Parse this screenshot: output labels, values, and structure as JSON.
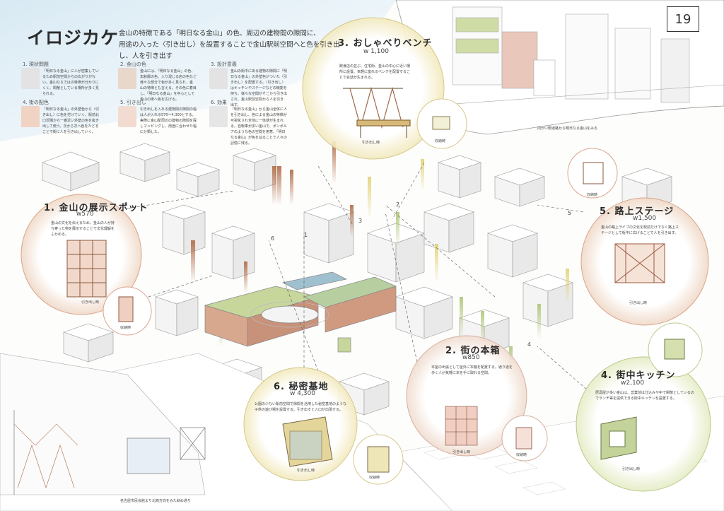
{
  "header": {
    "title": "イロジカケ",
    "lead_line1": "金山の特徴である「明日なる金山」の色、周辺の建物間の隙間に、",
    "lead_line2": "用途の入った〈引き出し〉を設置することで金山駅前空間へと色を引き出し、人を引き出す",
    "page_number": "19"
  },
  "intro_items": [
    {
      "num": "1. 現状問題",
      "text": "「明日なる金山」に人が密集しているため駅前空間からの広がりがない。金山ならではの特徴が分かりにくく、閑散としている場所が多く見られる。"
    },
    {
      "num": "2. 金山の色",
      "text": "金山には、「明日なる金山」の色、年齢層の色、入り混じる店の色など様々な部分で色が多く見られ、金山の特徴とも言える。その色に着目し、「明日なる金山」を中心として金山の街へ色を広げる。"
    },
    {
      "num": "3. 設計意義",
      "text": "金山の街中にある建物の隙間に「明日なる金山」の外壁色がついた〈引き出し〉を配置する。〈引き出し〉はキッチンやステージなどの機能を持ち、様々な空間がそこから引き出され、金山駅前空間から人を引き出す。"
    },
    {
      "num": "4. 街の配色",
      "text": "「明日なる金山」の外壁色から〈引き出し〉に色を付けていく。駅前北口近隣から一番近い外壁の色を抜き出して使う。次から次へ色をたどることで街に人を引き出していく。"
    },
    {
      "num": "5. 引き出し",
      "text": "引き出しを入れる建物間の隙間の幅は人が入れる570〜4,300とする。実際に金山駅周辺の建物の隙間を探しマッピングし、用途に合わせた幅に分類した。"
    },
    {
      "num": "6. 効果",
      "text": "「明日なる金山」から金山全体に人を引き出し、色による金山の特徴が可視化され全体に一体感が生まれる。自転車が多い金山で、ポンポルアのような色の空間を用意、「明日なる金山」が色を辿ることで人々の記憶に残る。"
    }
  ],
  "bubbles": {
    "b1": {
      "title": "1. 金山の展示スポット",
      "width": "w570",
      "desc": "金山の文化を伝えるため、金山の人が持ち寄った物を展示することで文化理解をふかめる。",
      "cap_a": "引き出し時",
      "cap_b": "収納時"
    },
    "b2": {
      "title": "2. 街の本箱",
      "width": "w850",
      "desc": "本屋の出張として屋外に本棚を配置する。通り道を歩く人が気軽に本を手に取れる空間。",
      "cap_a": "引き出し時",
      "cap_b": "収納時"
    },
    "b3": {
      "title": "3. おしゃべりベンチ",
      "width": "w 1,100",
      "desc": "飲食店の並ぶ、住宅街、金山の中心に近い場所に設置。気軽に座れるベンチを配置することで会話が生まれる。",
      "cap_a": "引き出し時",
      "cap_b": "収納時"
    },
    "b4": {
      "title": "4. 街中キッチン",
      "width": "w2,100",
      "desc": "居酒屋が多い金山は、営業前は仕込みや中で閑散としているのでランチ等を提供できる街中キッチンを設置する。",
      "cap_a": "引き出し時"
    },
    "b5": {
      "title": "5. 路上ステージ",
      "width": "w1,500",
      "desc": "金山の路上ライブの文化を駅前だけでなく路上ステージとして街中に広げることで人を引き出す。",
      "cap_a": "引き出し時",
      "cap_b": "収納時"
    },
    "b6": {
      "title": "6. 秘密基地",
      "width": "w 4,300",
      "desc": "公園の少ない駅前空間で隙間を活用した秘密基地のような子供の遊び場を設置する。引き出すと入口が出現する。",
      "cap_a": "引き出し時",
      "cap_b": "収納時"
    }
  },
  "captions": {
    "top_right_view": "向かい側道路から明日なる金山をみる",
    "bottom_left_view": "名古屋市民会館より北西方向をみた斜め通り"
  },
  "map_labels": [
    "1",
    "2",
    "3",
    "4",
    "5",
    "6"
  ],
  "colors": {
    "accent_green": "#b7c98a",
    "accent_red": "#c58a6e",
    "accent_yellow": "#e3d27a",
    "sky_blue": "#d4e8f3"
  }
}
